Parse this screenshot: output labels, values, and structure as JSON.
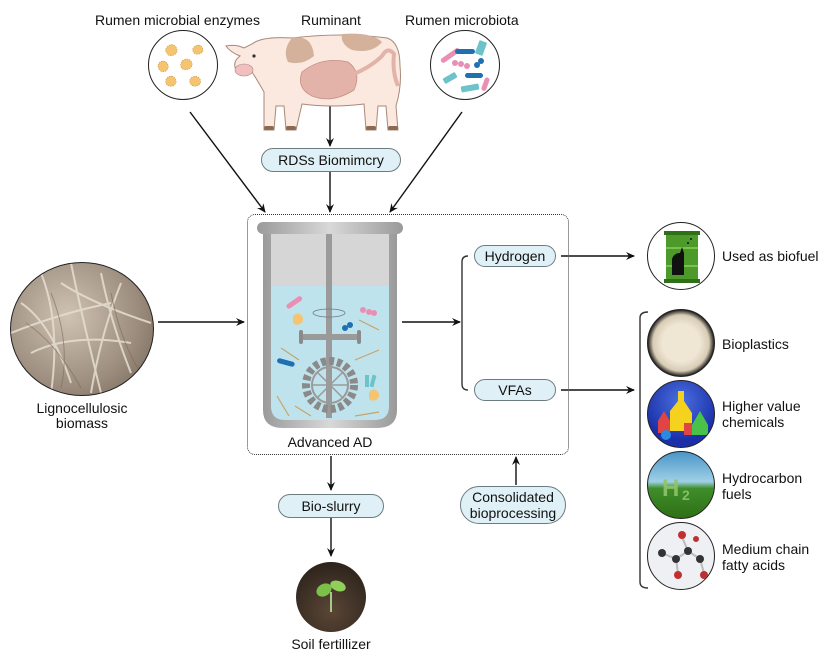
{
  "figure": {
    "sources": {
      "enzymes_label": "Rumen microbial enzymes",
      "ruminant_label": "Ruminant",
      "microbiota_label": "Rumen microbiota"
    },
    "biomimicry_pill": "RDSs Biomimcry",
    "feedstock_label_line1": "Lignocellulosic",
    "feedstock_label_line2": "biomass",
    "reactor_label": "Advanced AD",
    "products": {
      "hydrogen_pill": "Hydrogen",
      "vfas_pill": "VFAs"
    },
    "hydrogen_use": "Used as biofuel",
    "vfa_uses": [
      {
        "line1": "Bioplastics",
        "line2": ""
      },
      {
        "line1": "Higher value",
        "line2": "chemicals"
      },
      {
        "line1": "Hydrocarbon",
        "line2": "fuels"
      },
      {
        "line1": "Medium chain",
        "line2": "fatty acids"
      }
    ],
    "bioslurry_pill": "Bio-slurry",
    "fertilizer_label": "Soil fertillizer",
    "cbp_pill_line1": "Consolidated",
    "cbp_pill_line2": "bioprocessing",
    "colors": {
      "pill_fill": "#dff1f6",
      "reactor_liquid": "#bfe3ec",
      "enzyme_blob": "#f5c470",
      "microbe_pink": "#e98fb4",
      "microbe_blue": "#1f6fb3",
      "microbe_teal": "#6cc3c9",
      "biofuel_green": "#4c9a2a"
    }
  }
}
